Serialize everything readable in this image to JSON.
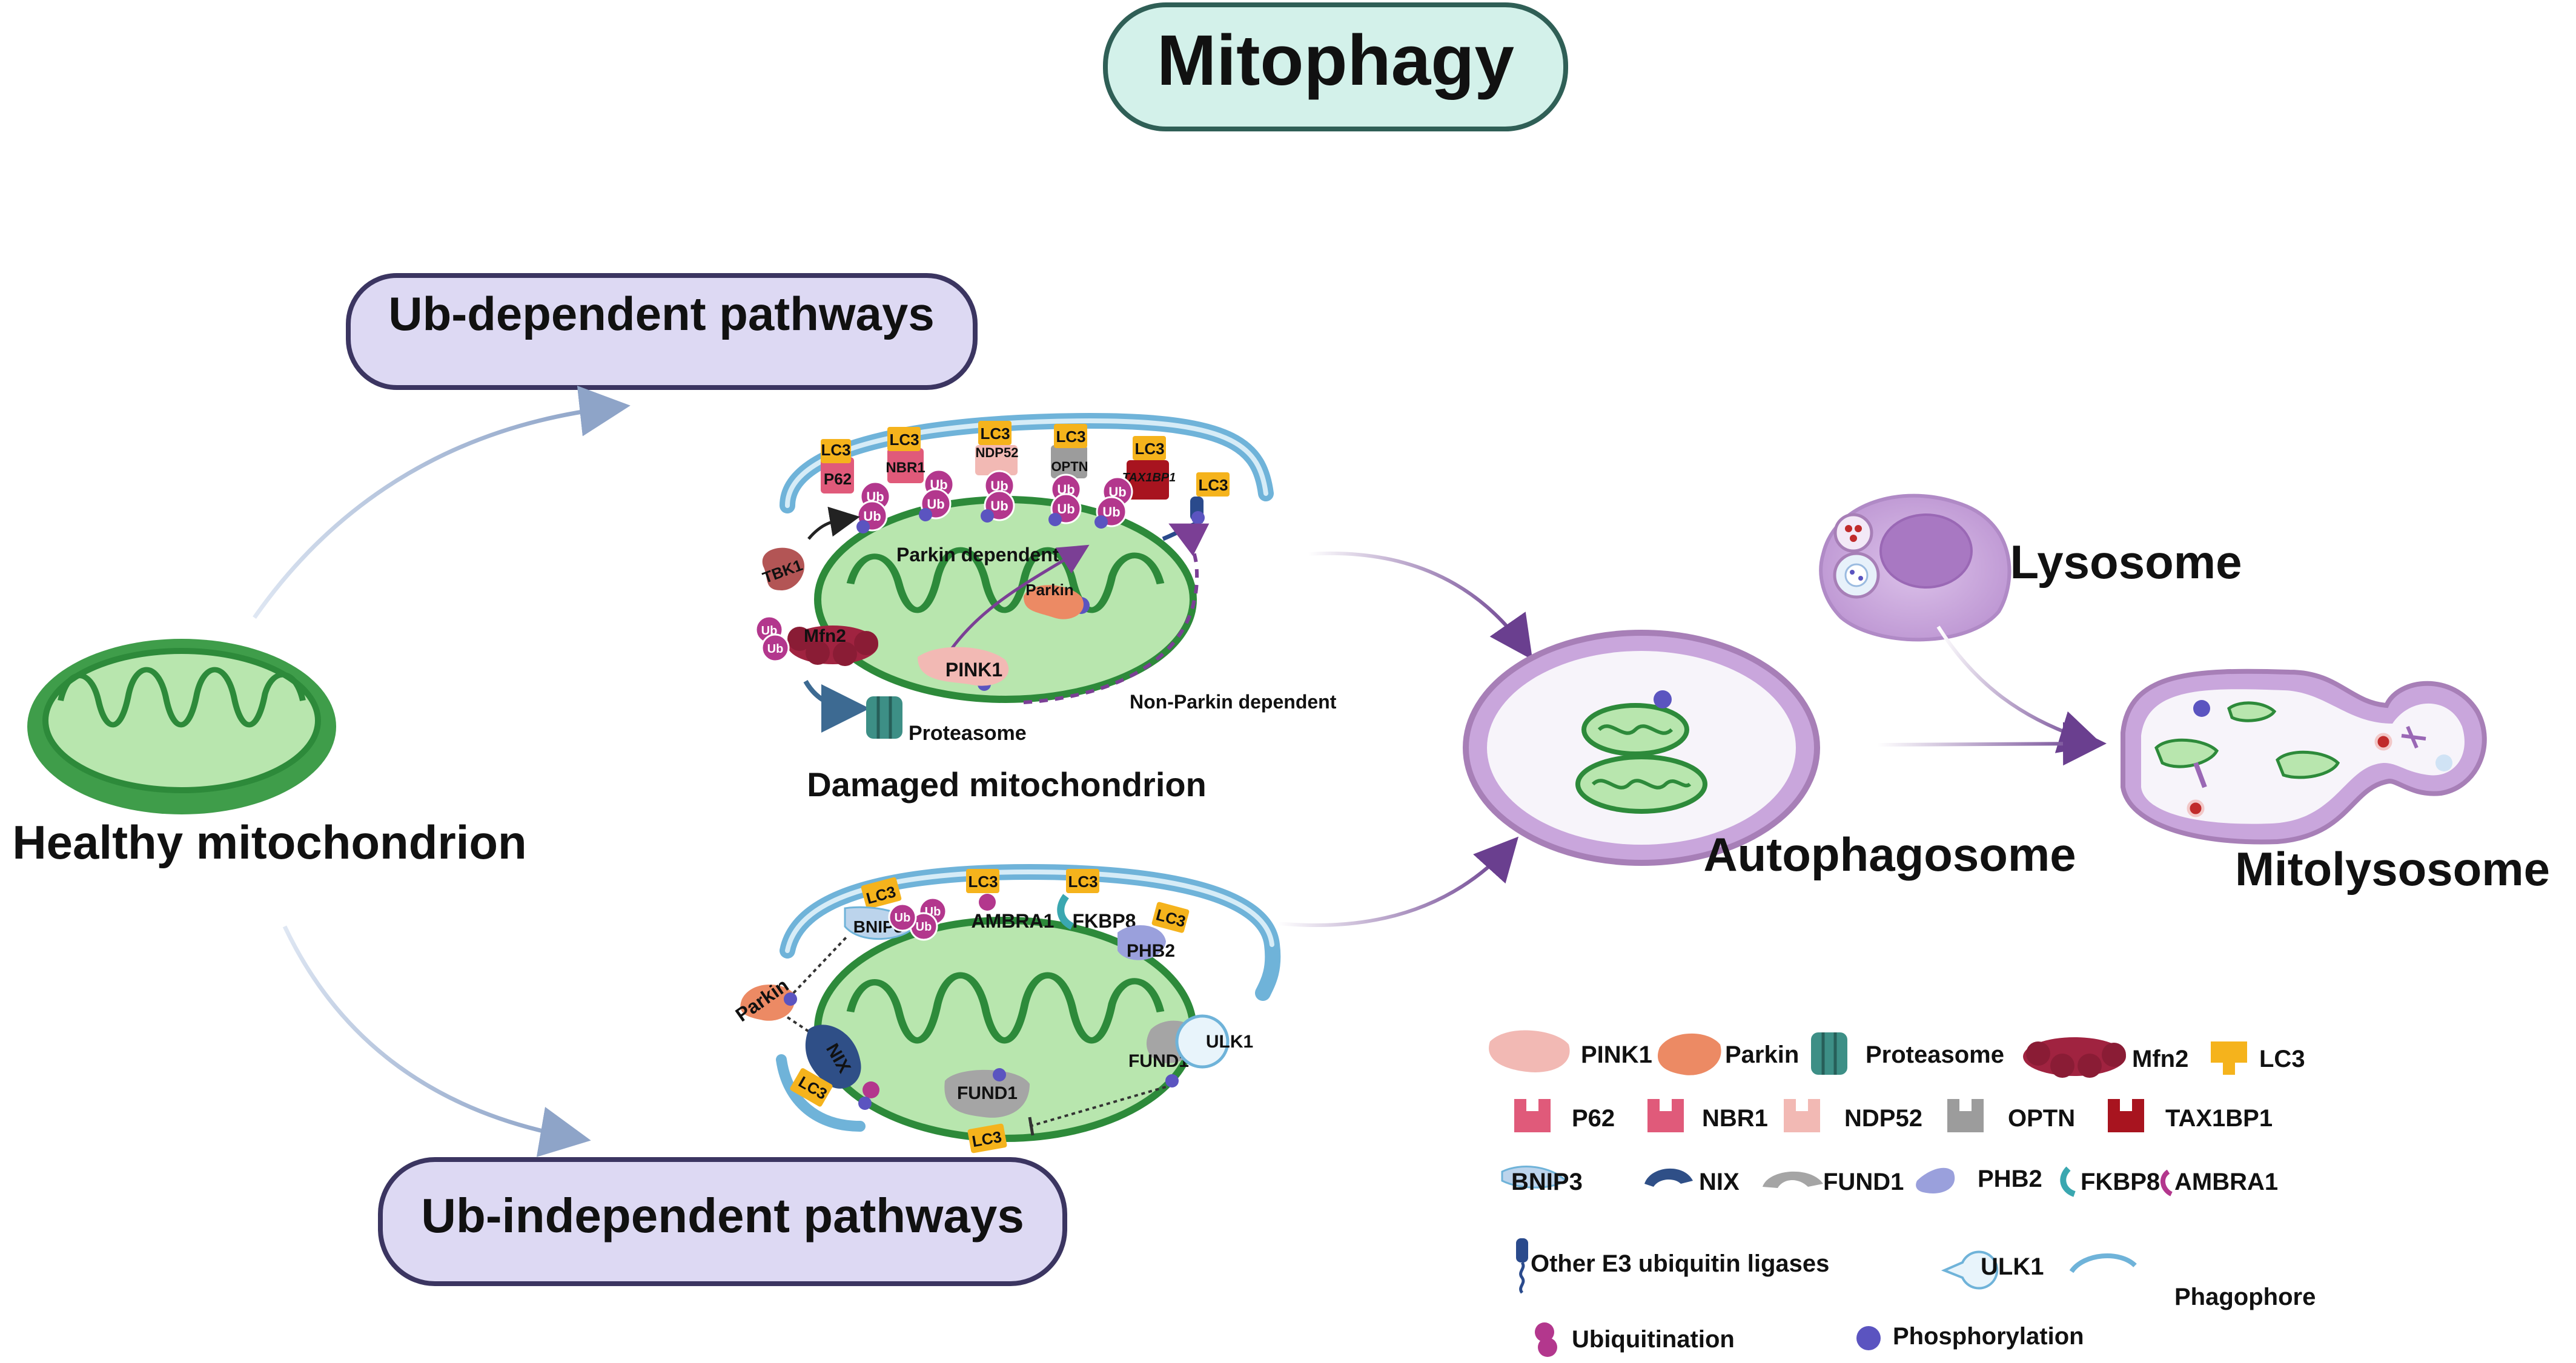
{
  "title": "Mitophagy",
  "ub_dependent": "Ub-dependent pathways",
  "ub_independent": "Ub-independent pathways",
  "healthy": "Healthy mitochondrion",
  "damaged": "Damaged mitochondrion",
  "autophagosome": "Autophagosome",
  "lysosome": "Lysosome",
  "mitolysosome": "Mitolysosome",
  "top": {
    "lc3": "LC3",
    "p62": "P62",
    "nbr1": "NBR1",
    "ndp52": "NDP52",
    "optn": "OPTN",
    "tax1bp1": "TAX1BP1",
    "ub": "Ub",
    "tbk1": "TBK1",
    "mfn2": "Mfn2",
    "parkin_dependent": "Parkin dependent",
    "parkin": "Parkin",
    "pink1": "PINK1",
    "proteasome": "Proteasome",
    "non_parkin": "Non-Parkin dependent"
  },
  "bottom": {
    "lc3": "LC3",
    "bnip3": "BNIP3",
    "ambra1": "AMBRA1",
    "fkbp8": "FKBP8",
    "phb2": "PHB2",
    "parkin": "Parkin",
    "nix": "NIX",
    "fund1": "FUND1",
    "ulk1": "ULK1",
    "ub": "Ub"
  },
  "legend": {
    "pink1": "PINK1",
    "parkin": "Parkin",
    "proteasome": "Proteasome",
    "mfn2": "Mfn2",
    "lc3": "LC3",
    "p62": "P62",
    "nbr1": "NBR1",
    "ndp52": "NDP52",
    "optn": "OPTN",
    "tax1bp1": "TAX1BP1",
    "bnip3": "BNIP3",
    "nix": "NIX",
    "fund1": "FUND1",
    "phb2": "PHB2",
    "fkbp8": "FKBP8",
    "ambra1": "AMBRA1",
    "e3": "Other E3 ubiquitin ligases",
    "ulk1": "ULK1",
    "phagophore": "Phagophore",
    "ubiquitination": "Ubiquitination",
    "phosphorylation": "Phosphorylation"
  },
  "colors": {
    "pathway_fill": "#ddd9f3",
    "pathway_stroke": "#3b3561",
    "title_fill": "#d3f1ea",
    "title_stroke": "#2f5f56",
    "mito_fill": "#b8e6ae",
    "mito_stroke": "#2d8a3a",
    "phagophore": "#6fb3d9",
    "lysosome": "#c9a6dc",
    "autophagosome": "#a77fb7",
    "arrow_purple": "#6a3f8f",
    "arrow_blue": "#8ea4c8",
    "lc3": "#f5b31c",
    "ub": "#b3378d",
    "phos": "#5b54c0"
  }
}
